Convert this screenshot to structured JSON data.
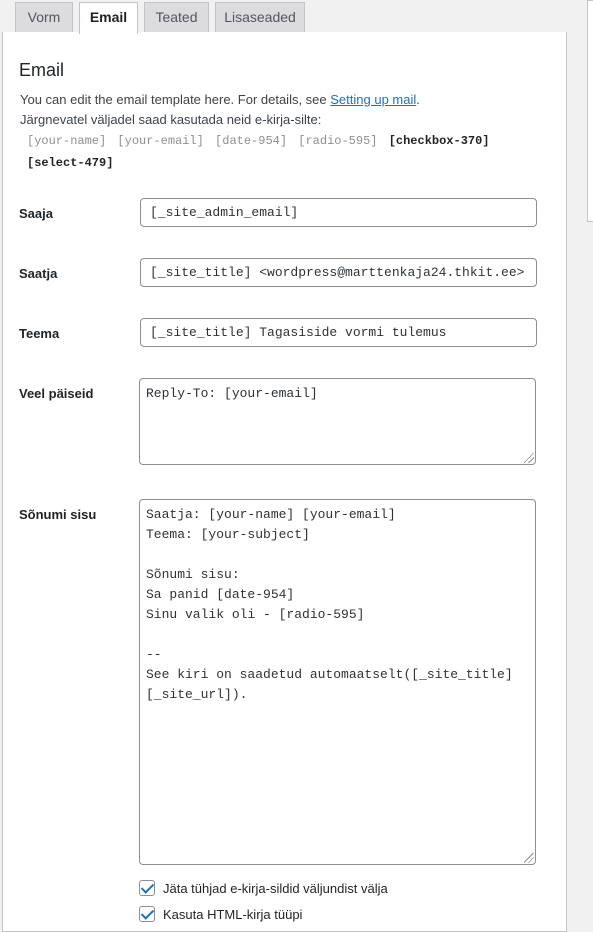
{
  "tabs": [
    {
      "label": "Vorm",
      "active": false
    },
    {
      "label": "Email",
      "active": true
    },
    {
      "label": "Teated",
      "active": false
    },
    {
      "label": "Lisaseaded",
      "active": false
    }
  ],
  "section": {
    "heading": "Email",
    "desc_prefix": "You can edit the email template here. For details, see ",
    "desc_link": "Setting up mail",
    "desc_suffix": ".",
    "tags_intro": "Järgnevatel väljadel saad kasutada neid e-kirja-silte:",
    "tags": [
      {
        "text": "[your-name]",
        "used": false
      },
      {
        "text": "[your-email]",
        "used": false
      },
      {
        "text": "[date-954]",
        "used": false
      },
      {
        "text": "[radio-595]",
        "used": false
      },
      {
        "text": "[checkbox-370]",
        "used": true
      },
      {
        "text": "[select-479]",
        "used": true
      }
    ]
  },
  "fields": {
    "to": {
      "label": "Saaja",
      "value": "[_site_admin_email]"
    },
    "from": {
      "label": "Saatja",
      "value": "[_site_title] <wordpress@marttenkaja24.thkit.ee>"
    },
    "subject": {
      "label": "Teema",
      "value": "[_site_title] Tagasiside vormi tulemus"
    },
    "headers": {
      "label": "Veel päiseid",
      "value": "Reply-To: [your-email]"
    },
    "body": {
      "label": "Sõnumi sisu",
      "value": "Saatja: [your-name] [your-email]\nTeema: [your-subject]\n\nSõnumi sisu:\nSa panid [date-954]\nSinu valik oli - [radio-595]\n\n--\nSee kiri on saadetud automaatselt([_site_title]\n[_site_url])."
    }
  },
  "options": {
    "exclude_blank": {
      "label": "Jäta tühjad e-kirja-sildid väljundist välja",
      "checked": true
    },
    "use_html": {
      "label": "Kasuta HTML-kirja tüüpi",
      "checked": true
    }
  }
}
